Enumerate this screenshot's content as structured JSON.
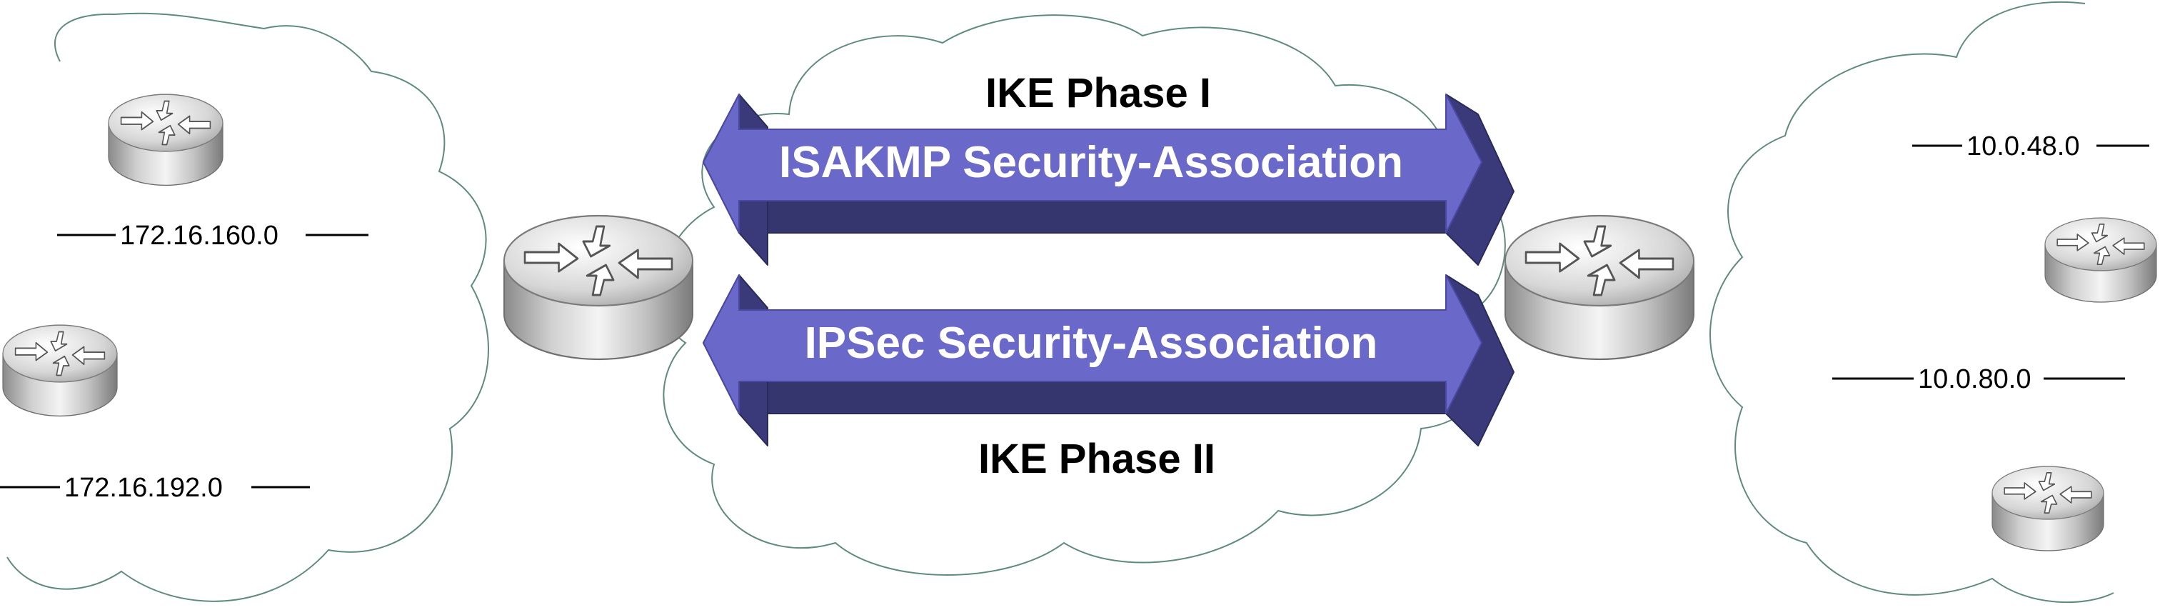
{
  "phase1_title": "IKE Phase I",
  "phase2_title": "IKE Phase II",
  "isakmp_label": "ISAKMP Security-Association",
  "ipsec_label": "IPSec Security-Association",
  "left_networks": [
    "172.16.160.0",
    "172.16.192.0"
  ],
  "right_networks": [
    "10.0.48.0",
    "10.0.80.0"
  ],
  "colors": {
    "arrow_face": "#6a68c8",
    "arrow_side": "#3a3a7a",
    "arrow_bottom": "#36366e",
    "cloud_outline": "#5f8a80"
  },
  "icons": [
    "router-icon"
  ]
}
